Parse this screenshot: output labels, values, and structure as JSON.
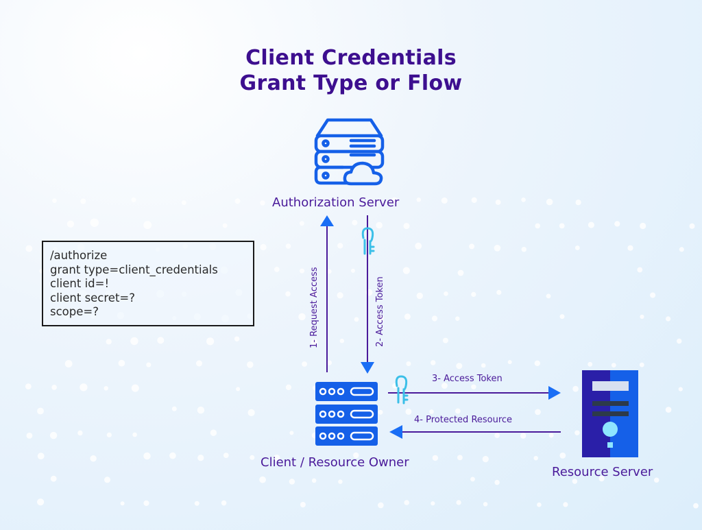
{
  "title": {
    "line1": "Client Credentials",
    "line2": "Grant Type or Flow"
  },
  "nodes": {
    "authorization_server": {
      "label": "Authorization Server",
      "icon": "server-cloud-icon"
    },
    "client": {
      "label": "Client / Resource Owner",
      "icon": "server-rack-icon"
    },
    "resource_server": {
      "label": "Resource Server",
      "icon": "server-tower-icon"
    }
  },
  "request_box": {
    "lines": [
      "/authorize",
      "grant type=client_credentials",
      "client id=!",
      "client secret=?",
      "scope=?"
    ]
  },
  "flows": [
    {
      "step": "1- Request Access",
      "from": "client",
      "to": "authorization_server"
    },
    {
      "step": "2- Access Token",
      "from": "authorization_server",
      "to": "client",
      "icon": "key-icon"
    },
    {
      "step": "3- Access Token",
      "from": "client",
      "to": "resource_server",
      "icon": "key-icon"
    },
    {
      "step": "4- Protected Resource",
      "from": "resource_server",
      "to": "client"
    }
  ],
  "colors": {
    "title": "#3d0f8f",
    "arrow_blue": "#1a6ef5",
    "line_purple": "#4a1a9a",
    "key": "#3bbfe8",
    "server_blue": "#1560e8",
    "tower_dark": "#2a1fa8"
  }
}
